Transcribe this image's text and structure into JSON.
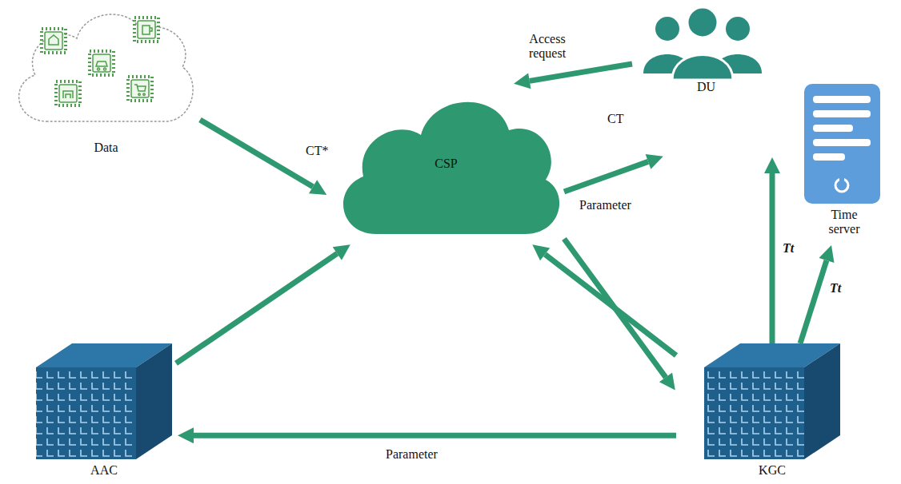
{
  "diagram": {
    "nodes": [
      {
        "text": [
          "Data"
        ]
      },
      {
        "text": [
          "DU"
        ]
      },
      {
        "text": [
          "CSP"
        ]
      },
      {
        "text": [
          "Time server"
        ]
      },
      {
        "text": [
          "AAC"
        ]
      },
      {
        "text": [
          "KGC"
        ]
      }
    ],
    "edges": [
      {
        "from": 0,
        "to": 2,
        "label": "CT*",
        "arrow": "to"
      },
      {
        "from": 1,
        "to": 2,
        "label": "Access request",
        "arrow": "to"
      },
      {
        "from": 2,
        "to": 1,
        "label": "CT",
        "arrow": "to"
      },
      {
        "from": 5,
        "to": 2,
        "arrow": "to"
      },
      {
        "from": 2,
        "to": 5,
        "label": "Parameter",
        "arrow": "to"
      },
      {
        "from": 5,
        "to": 1,
        "label": "Tt",
        "arrow": "to"
      },
      {
        "from": 5,
        "to": 3,
        "label": "Tt",
        "arrow": "to"
      },
      {
        "from": 4,
        "to": 2,
        "arrow": "to"
      },
      {
        "from": 5,
        "to": 4,
        "label": "Parameter",
        "arrow": "to"
      }
    ]
  }
}
